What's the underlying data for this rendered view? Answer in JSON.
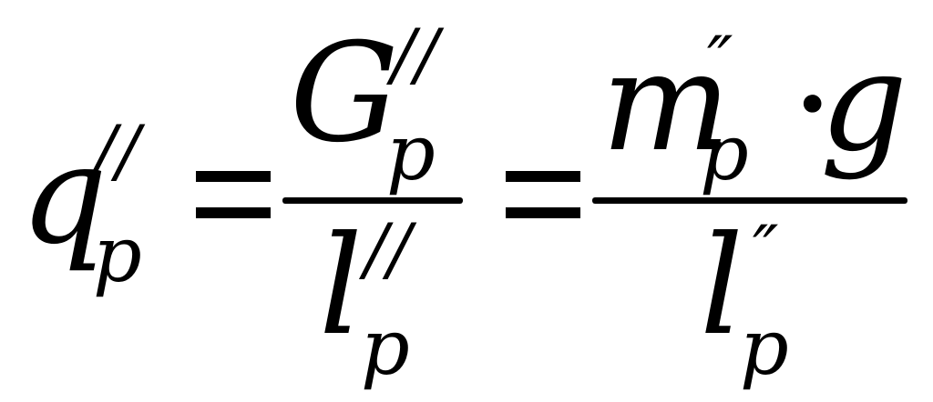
{
  "formula": {
    "lhs": {
      "base": "q",
      "prime": "//",
      "subscript": "p"
    },
    "equals_1": "=",
    "fraction_1": {
      "numerator": {
        "base": "G",
        "prime": "//",
        "subscript": "p"
      },
      "denominator": {
        "base": "l",
        "prime": "//",
        "subscript": "p"
      }
    },
    "equals_2": "=",
    "fraction_2": {
      "numerator": {
        "base": "m",
        "prime": "″",
        "subscript": "p",
        "operator": "·",
        "factor": "g"
      },
      "denominator": {
        "base": "l",
        "prime": "″",
        "subscript": "p"
      }
    }
  }
}
